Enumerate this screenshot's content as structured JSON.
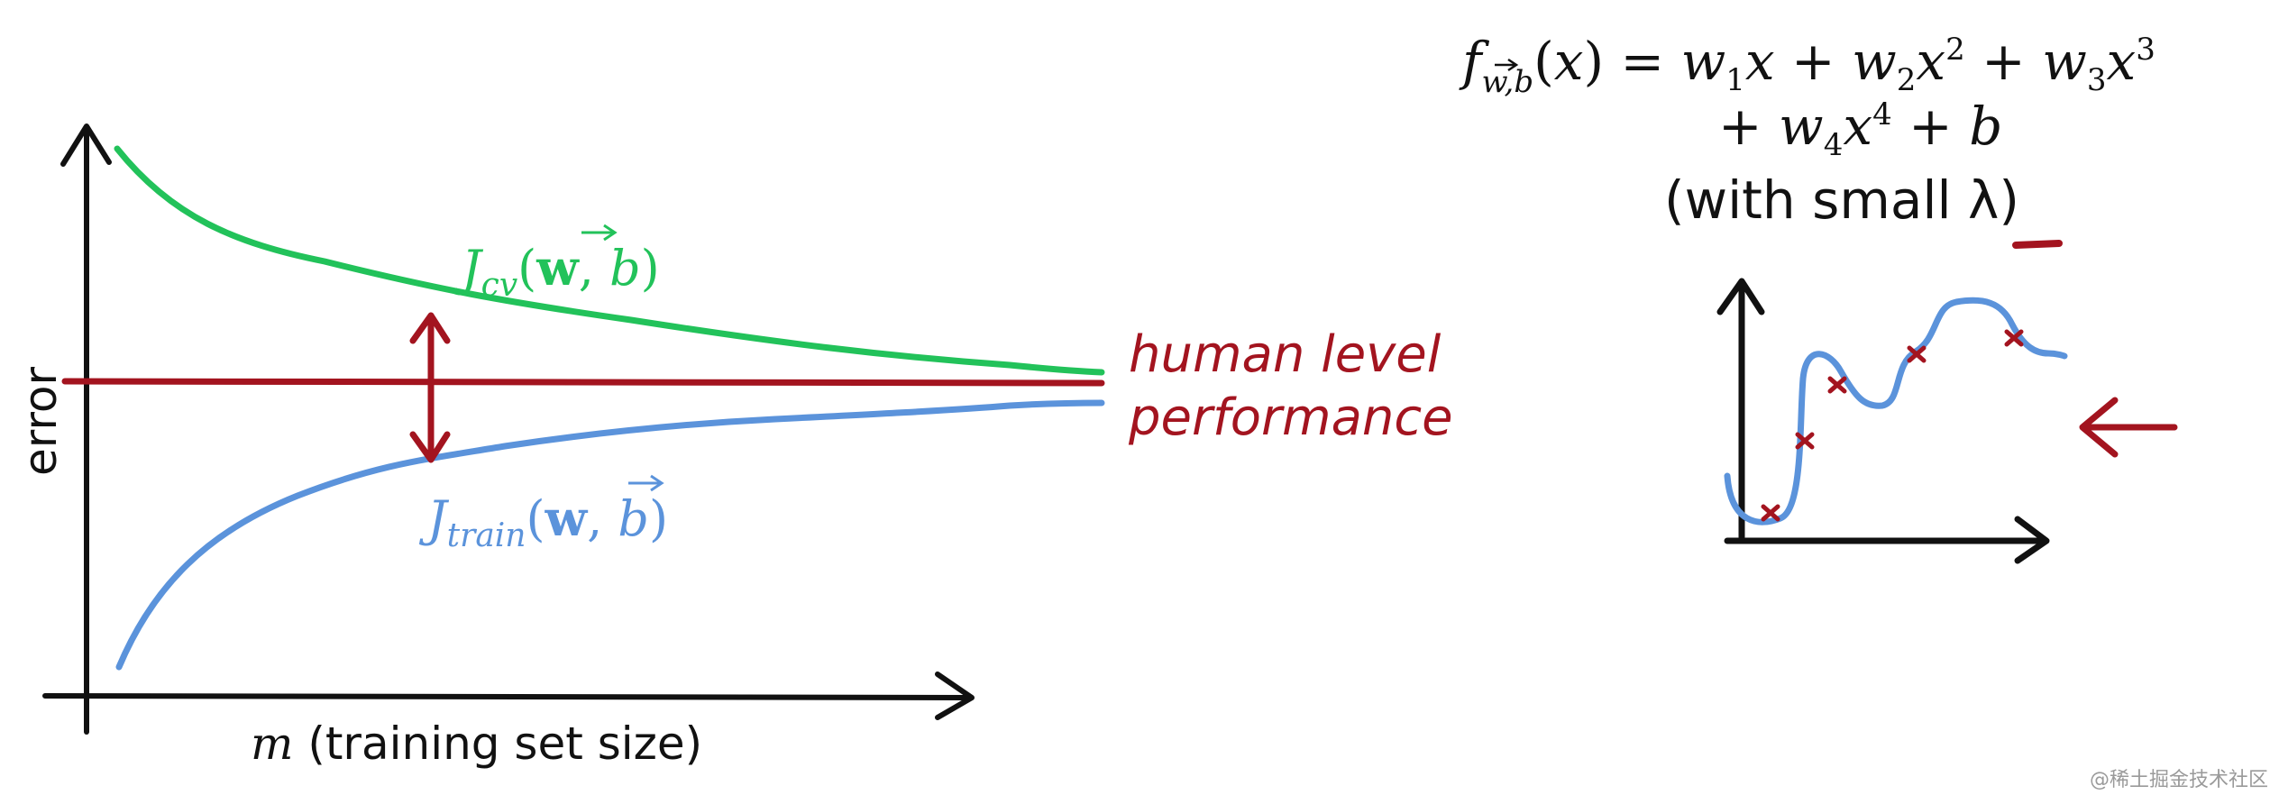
{
  "colors": {
    "ink": "#111111",
    "green": "#22c25a",
    "red": "#a3141f",
    "blue": "#5b93db"
  },
  "learning_curve": {
    "y_axis_label": "error",
    "x_axis_label": "m (training set size)",
    "cv_curve_label": "J_cv(w, b)",
    "train_curve_label": "J_train(w, b)",
    "human_level_label": [
      "human level",
      "performance"
    ]
  },
  "model": {
    "equation_line1": "f_w,b(x) = w1 x + w2 x^2 + w3 x^3",
    "equation_line2": "+ w4 x^4 + b",
    "note": "(with small λ)"
  },
  "watermark": "@稀土掘金技术社区"
}
